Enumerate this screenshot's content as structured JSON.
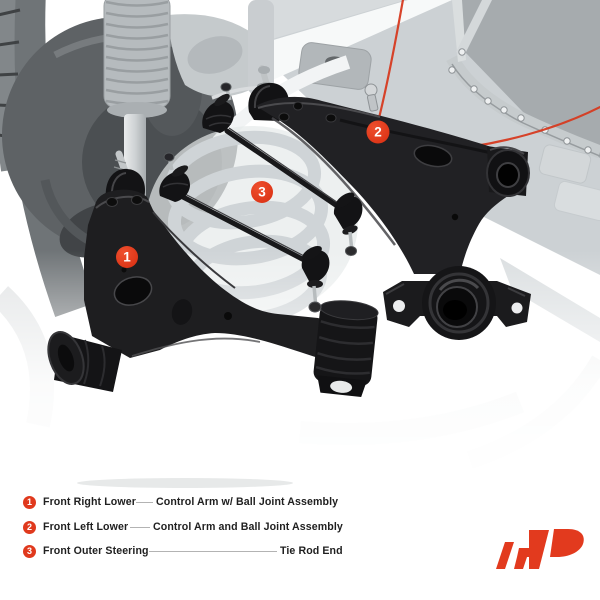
{
  "image_subject": "Front suspension kit parts photographed over grayscale vehicle chassis",
  "colors": {
    "accent_red": "#e0391d",
    "logo_red": "#e23a1e",
    "text": "#202020",
    "leader_line": "#b3b3b3",
    "background": "#ffffff"
  },
  "markers": [
    {
      "number": "1"
    },
    {
      "number": "2"
    },
    {
      "number": "3"
    }
  ],
  "legend": {
    "rows": [
      {
        "number": "1",
        "location": "Front Right Lower",
        "part": "Control Arm w/ Ball Joint Assembly"
      },
      {
        "number": "2",
        "location": "Front Left Lower",
        "part": "Control Arm and Ball Joint Assembly"
      },
      {
        "number": "3",
        "location": "Front Outer Steering",
        "part": "Tie Rod End"
      }
    ]
  },
  "logo": {
    "name": "a-p-monogram"
  }
}
